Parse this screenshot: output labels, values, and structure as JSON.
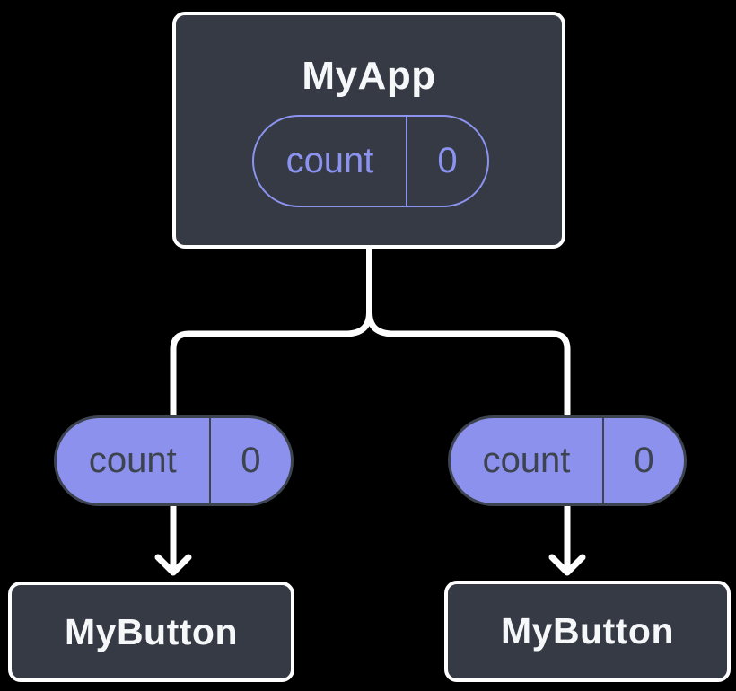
{
  "diagram": {
    "description": "Component tree with shared state passed down as props",
    "colors": {
      "background": "#000000",
      "node_fill": "#353A45",
      "node_border": "#FFFFFF",
      "node_text": "#F6F7F9",
      "pill_fill": "#8B91ED",
      "pill_outline": "#8C93EF",
      "pill_dark": "#3D434F",
      "connector": "#FFFFFF"
    },
    "root": {
      "title": "MyApp",
      "state": {
        "label": "count",
        "value": "0"
      }
    },
    "children": [
      {
        "title": "MyButton",
        "prop": {
          "label": "count",
          "value": "0"
        }
      },
      {
        "title": "MyButton",
        "prop": {
          "label": "count",
          "value": "0"
        }
      }
    ]
  }
}
